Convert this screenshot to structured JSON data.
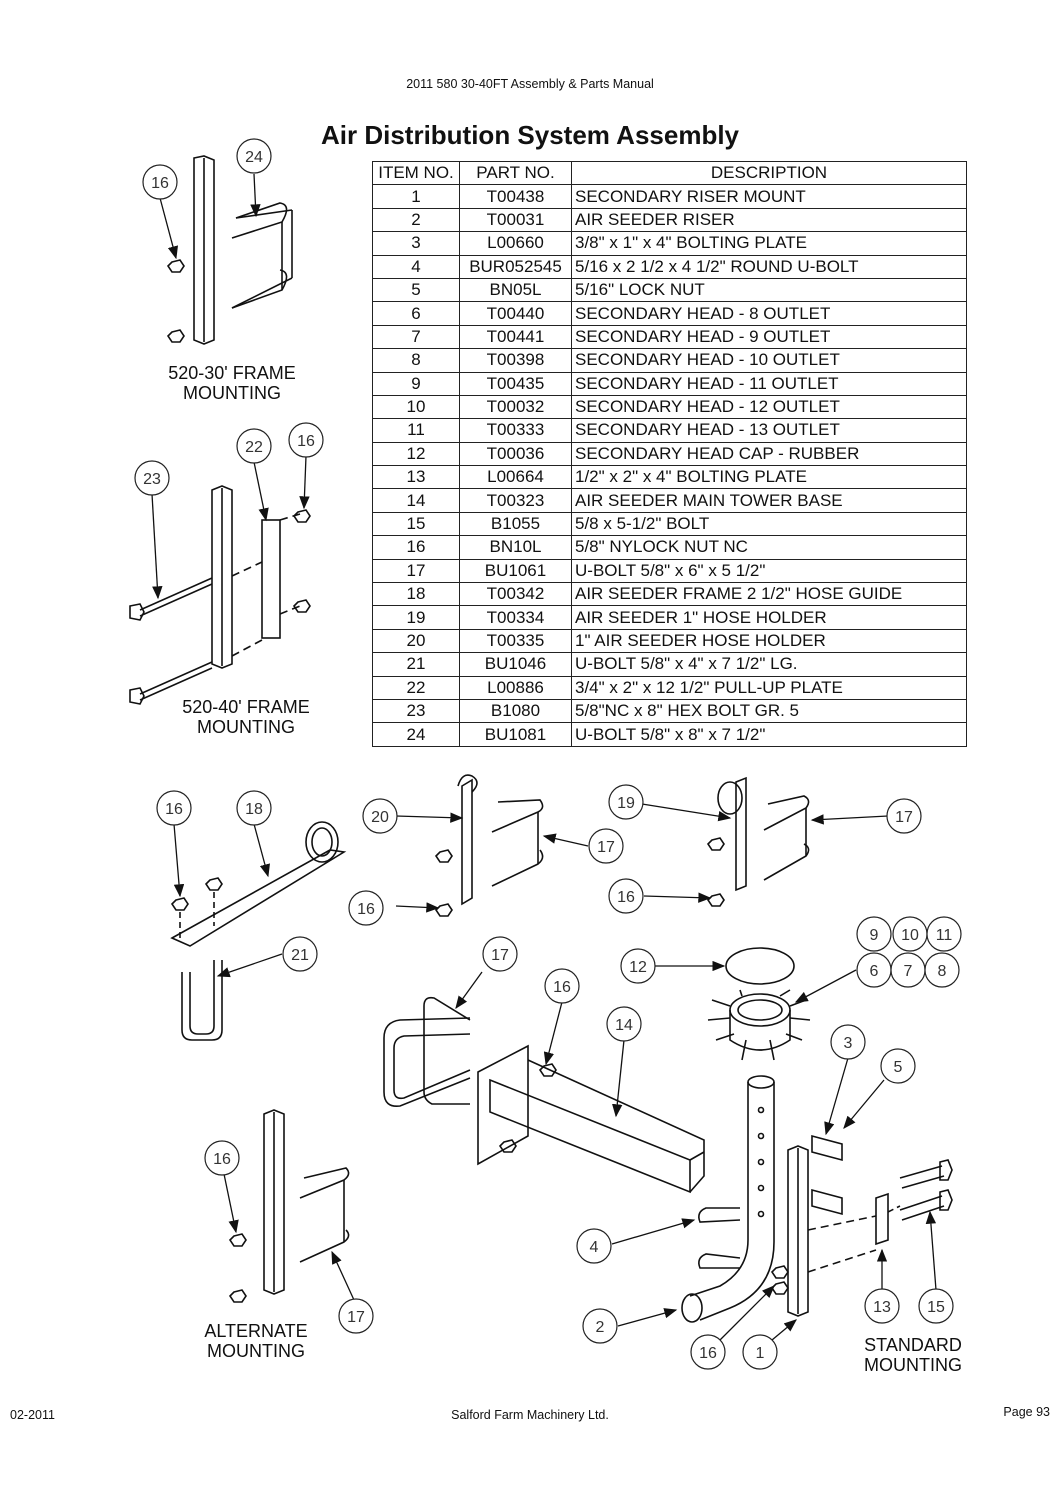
{
  "header": {
    "manual_title": "2011 580 30-40FT Assembly & Parts Manual"
  },
  "page_title": "Air Distribution System Assembly",
  "table": {
    "columns": [
      "ITEM NO.",
      "PART NO.",
      "DESCRIPTION"
    ],
    "rows": [
      [
        "1",
        "T00438",
        "SECONDARY RISER MOUNT"
      ],
      [
        "2",
        "T00031",
        "AIR SEEDER RISER"
      ],
      [
        "3",
        "L00660",
        "3/8\" x 1\" x 4\" BOLTING PLATE"
      ],
      [
        "4",
        "BUR052545",
        "5/16 x 2 1/2 x 4 1/2\" ROUND U-BOLT"
      ],
      [
        "5",
        "BN05L",
        "5/16\" LOCK NUT"
      ],
      [
        "6",
        "T00440",
        "SECONDARY HEAD - 8 OUTLET"
      ],
      [
        "7",
        "T00441",
        "SECONDARY HEAD - 9 OUTLET"
      ],
      [
        "8",
        "T00398",
        "SECONDARY HEAD - 10 OUTLET"
      ],
      [
        "9",
        "T00435",
        "SECONDARY HEAD - 11 OUTLET"
      ],
      [
        "10",
        "T00032",
        "SECONDARY HEAD - 12 OUTLET"
      ],
      [
        "11",
        "T00333",
        "SECONDARY HEAD - 13 OUTLET"
      ],
      [
        "12",
        "T00036",
        "SECONDARY HEAD CAP - RUBBER"
      ],
      [
        "13",
        "L00664",
        "1/2\" x 2\" x 4\" BOLTING PLATE"
      ],
      [
        "14",
        "T00323",
        "AIR SEEDER MAIN TOWER BASE"
      ],
      [
        "15",
        "B1055",
        "5/8 x 5-1/2\" BOLT"
      ],
      [
        "16",
        "BN10L",
        "5/8\" NYLOCK NUT NC"
      ],
      [
        "17",
        "BU1061",
        "U-BOLT 5/8\" x 6\" x 5 1/2\""
      ],
      [
        "18",
        "T00342",
        "AIR SEEDER FRAME 2 1/2\" HOSE GUIDE"
      ],
      [
        "19",
        "T00334",
        "AIR SEEDER 1\" HOSE HOLDER"
      ],
      [
        "20",
        "T00335",
        "1\" AIR SEEDER HOSE HOLDER"
      ],
      [
        "21",
        "BU1046",
        "U-BOLT 5/8\" x 4\" x 7 1/2\" LG."
      ],
      [
        "22",
        "L00886",
        "3/4\" x 2\" x 12 1/2\" PULL-UP PLATE"
      ],
      [
        "23",
        "B1080",
        "5/8\"NC x 8\" HEX BOLT GR. 5"
      ],
      [
        "24",
        "BU1081",
        "U-BOLT 5/8\" x 8\" x 7 1/2\""
      ]
    ]
  },
  "labels": {
    "frame_30_line1": "520-30' FRAME",
    "frame_30_line2": "MOUNTING",
    "frame_40_line1": "520-40' FRAME",
    "frame_40_line2": "MOUNTING",
    "alternate_line1": "ALTERNATE",
    "alternate_line2": "MOUNTING",
    "standard_line1": "STANDARD",
    "standard_line2": "MOUNTING"
  },
  "callouts": [
    "16",
    "24",
    "22",
    "16",
    "23",
    "16",
    "18",
    "20",
    "17",
    "19",
    "17",
    "16",
    "16",
    "21",
    "9",
    "10",
    "11",
    "12",
    "6",
    "7",
    "8",
    "17",
    "16",
    "14",
    "3",
    "5",
    "16",
    "4",
    "13",
    "15",
    "17",
    "2",
    "16",
    "1"
  ],
  "footer": {
    "date": "02-2011",
    "company": "Salford Farm Machinery Ltd.",
    "page": "Page 93"
  }
}
